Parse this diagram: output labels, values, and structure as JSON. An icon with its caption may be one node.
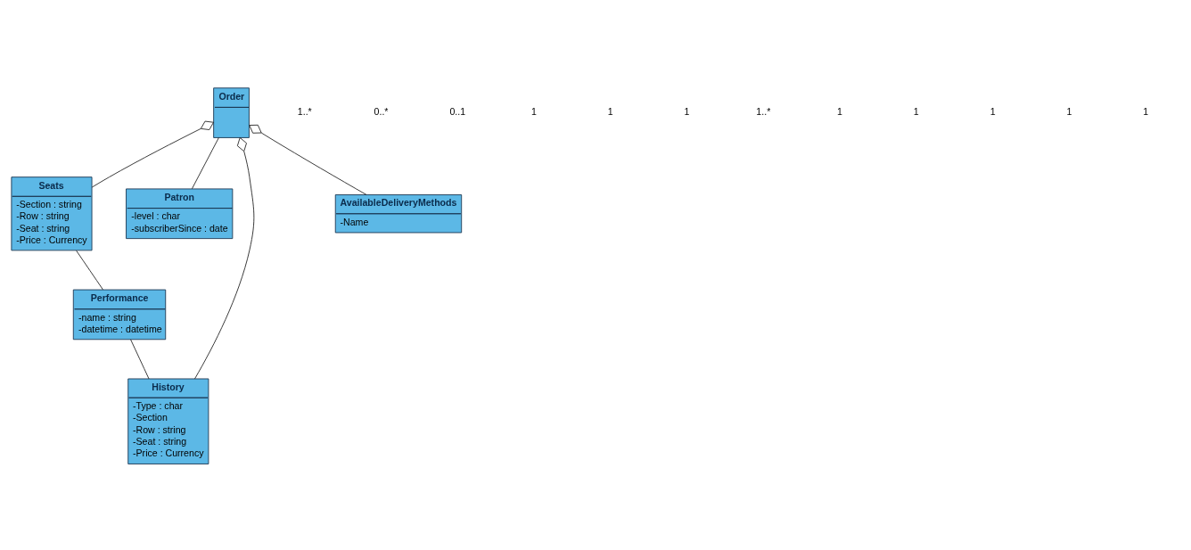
{
  "diagram": {
    "nodes": [
      {
        "text": [
          "Seats",
          "-Section : string",
          "-Row : string",
          "-Seat : string",
          "-Price : Currency"
        ]
      },
      {
        "text": [
          "Order"
        ]
      },
      {
        "text": [
          "Performance",
          "-name : string",
          "-datetime : datetime"
        ]
      },
      {
        "text": [
          "Patron",
          "-level : char",
          "-subscriberSince : date"
        ]
      },
      {
        "text": [
          "History",
          "-Type : char",
          "-Section",
          "-Row : string",
          "-Seat : string",
          "-Price : Currency"
        ]
      },
      {
        "text": [
          "AvailableDeliveryMethods",
          "-Name"
        ]
      }
    ],
    "edges": [
      {
        "from": 1,
        "to": 0,
        "arrow": "other"
      },
      {
        "from": 0,
        "to": 2,
        "arrow": "none"
      },
      {
        "from": 1,
        "to": 4,
        "arrow": "other"
      },
      {
        "from": 1,
        "to": 3,
        "arrow": "none"
      },
      {
        "from": 1,
        "to": 5,
        "arrow": "other"
      },
      {
        "from": 2,
        "to": 4,
        "arrow": "none"
      }
    ],
    "labels": [
      "1",
      "1",
      "1",
      "1",
      "1",
      "1..*",
      "1",
      "1",
      "1",
      "0..1",
      "0..*",
      "1..*"
    ]
  }
}
